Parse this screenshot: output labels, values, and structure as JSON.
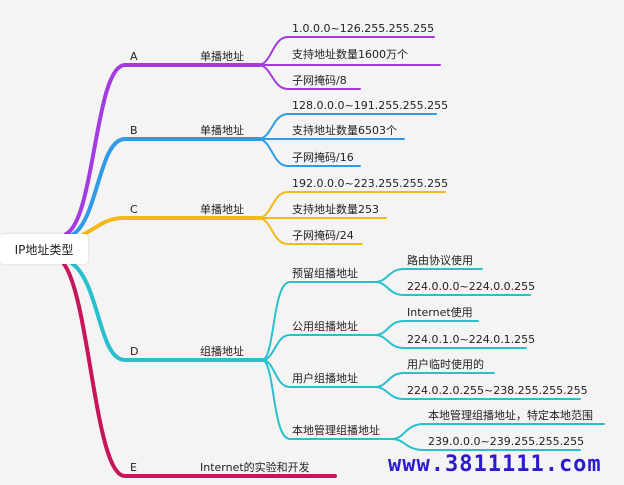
{
  "root": "IP地址类型",
  "branches": {
    "A": {
      "letter": "A",
      "label": "单播地址",
      "items": [
        "1.0.0.0~126.255.255.255",
        "支持地址数量1600万个",
        "子网掩码/8"
      ],
      "color": "#a33be0"
    },
    "B": {
      "letter": "B",
      "label": "单播地址",
      "items": [
        "128.0.0.0~191.255.255.255",
        "支持地址数量6503个",
        "子网掩码/16"
      ],
      "color": "#2f9be6"
    },
    "C": {
      "letter": "C",
      "label": "单播地址",
      "items": [
        "192.0.0.0~223.255.255.255",
        "支持地址数量253",
        "子网掩码/24"
      ],
      "color": "#f2b91b"
    },
    "D": {
      "letter": "D",
      "label": "组播地址",
      "color": "#27c0cc",
      "groups": [
        {
          "label": "预留组播地址",
          "items": [
            "路由协议使用",
            "224.0.0.0~224.0.0.255"
          ]
        },
        {
          "label": "公用组播地址",
          "items": [
            "Internet使用",
            "224.0.1.0~224.0.1.255"
          ]
        },
        {
          "label": "用户组播地址",
          "items": [
            "用户临时使用的",
            "224.0.2.0.255~238.255.255.255"
          ]
        },
        {
          "label": "本地管理组播地址",
          "items": [
            "本地管理组播地址，特定本地范围",
            "239.0.0.0~239.255.255.255"
          ]
        }
      ]
    },
    "E": {
      "letter": "E",
      "label": "Internet的实验和开发",
      "color": "#c8155a"
    }
  },
  "watermark": "www.3811111.com"
}
